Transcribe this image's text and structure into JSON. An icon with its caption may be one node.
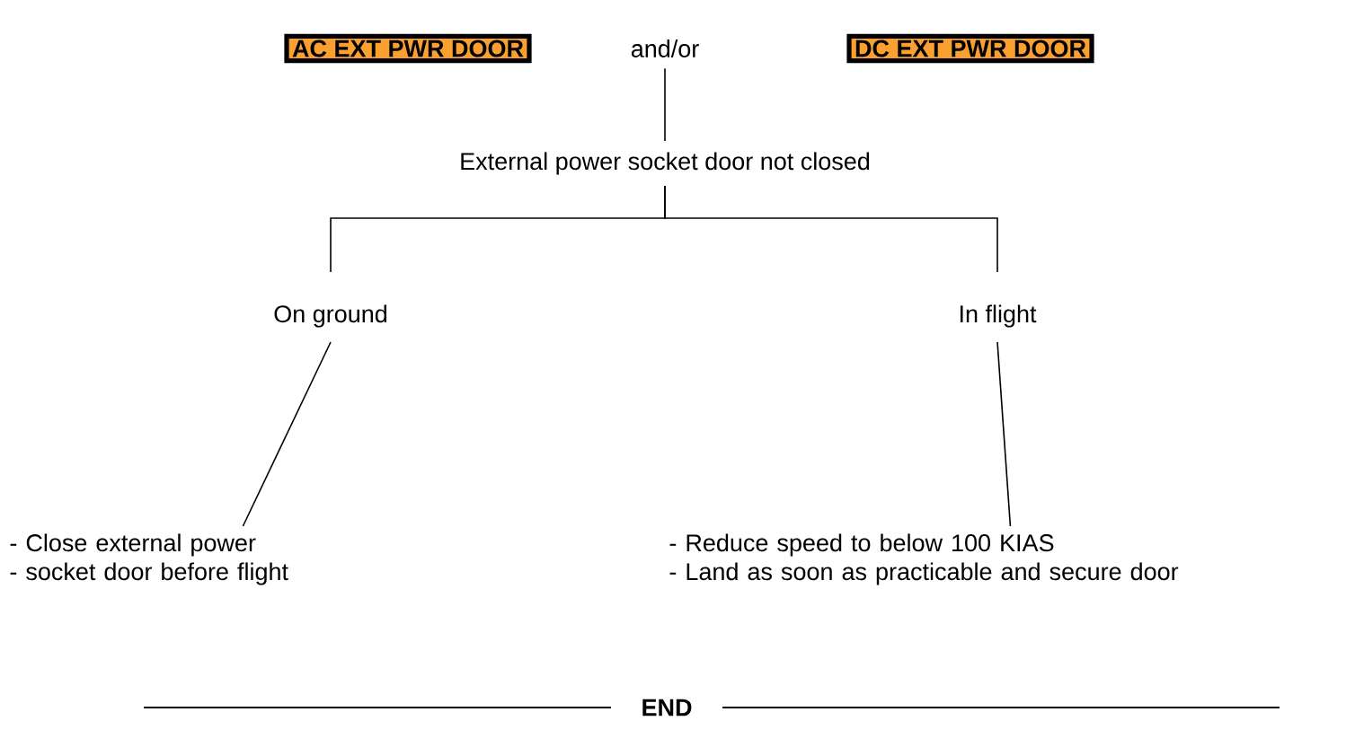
{
  "diagram": {
    "nodes": [
      {
        "text": [
          "AC EXT PWR  DOOR"
        ]
      },
      {
        "text": [
          "DC EXT PWR  DOOR"
        ]
      },
      {
        "text": [
          "and/or"
        ]
      },
      {
        "text": [
          "External power socket door not closed"
        ]
      },
      {
        "text": [
          "On ground"
        ]
      },
      {
        "text": [
          "In flight"
        ]
      },
      {
        "text": [
          "- Close external power",
          "- socket door before flight"
        ]
      },
      {
        "text": [
          "- Reduce speed to below 100 KIAS",
          "- Land as soon  as practicable and secure door"
        ]
      }
    ],
    "edges": [
      {
        "from": 2,
        "to": 3,
        "arrow": "none"
      },
      {
        "from": 3,
        "to": 4,
        "arrow": "none"
      },
      {
        "from": 3,
        "to": 5,
        "arrow": "none"
      },
      {
        "from": 4,
        "to": 6,
        "arrow": "none"
      },
      {
        "from": 5,
        "to": 7,
        "arrow": "none"
      }
    ],
    "labels": [
      "END"
    ]
  }
}
